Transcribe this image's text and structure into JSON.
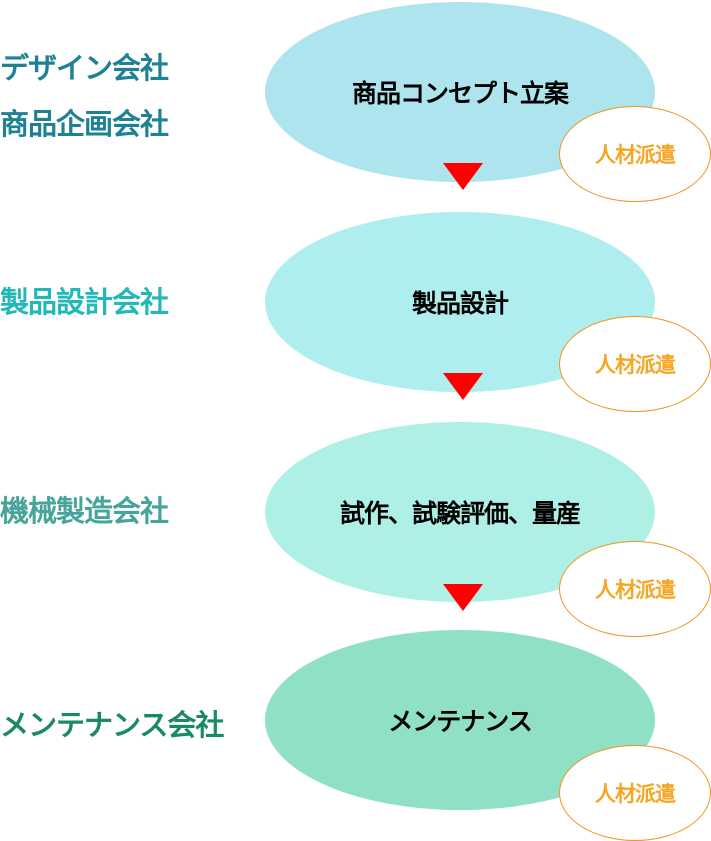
{
  "stages": [
    {
      "company_lines": [
        "デザイン会社",
        "商品企画会社"
      ],
      "process": "商品コンセプト立案",
      "badge": "人材派遣",
      "company_color": "#1e8294",
      "ellipse_color": "#ade4ee"
    },
    {
      "company_lines": [
        "製品設計会社"
      ],
      "process": "製品設計",
      "badge": "人材派遣",
      "company_color": "#22b7b9",
      "ellipse_color": "#aeeeee"
    },
    {
      "company_lines": [
        "機械製造会社"
      ],
      "process": "試作、試験評価、量産",
      "badge": "人材派遣",
      "company_color": "#46a49a",
      "ellipse_color": "#aef0e6"
    },
    {
      "company_lines": [
        "メンテナンス会社"
      ],
      "process": "メンテナンス",
      "badge": "人材派遣",
      "company_color": "#1a8a62",
      "ellipse_color": "#90e0c5"
    }
  ],
  "arrow_color": "#ff0000"
}
